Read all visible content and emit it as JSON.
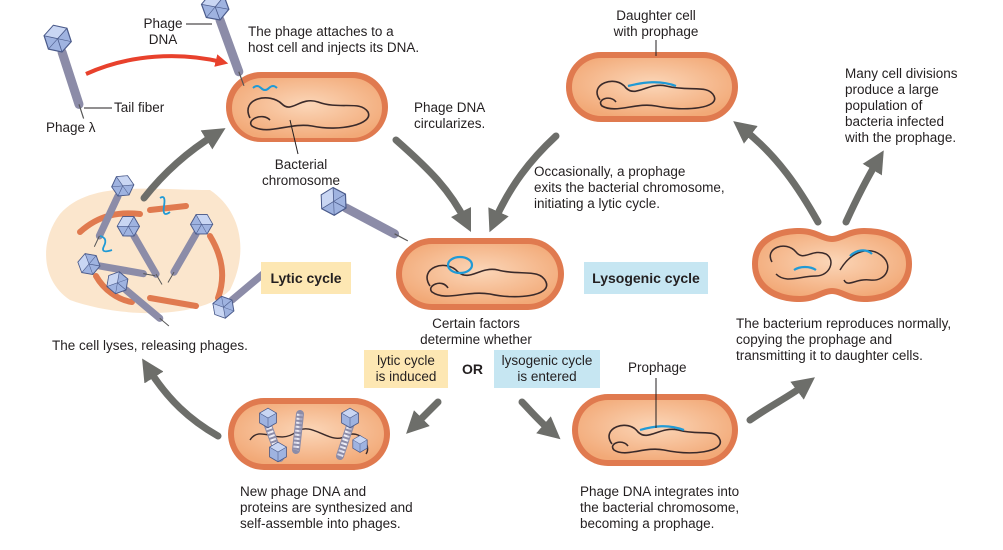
{
  "colors": {
    "cell_fill": "#f4b183",
    "cell_wall": "#e07a4f",
    "chromosome": "#3a2a2a",
    "phage_dna": "#1f9ad6",
    "arrow": "#6d6e6a",
    "red_arrow": "#e8412c",
    "lytic_badge": "#fde7b3",
    "lysogenic_badge": "#c6e6f2",
    "lysis_bg": "#fbe3c8"
  },
  "labels": {
    "phage_dna": "Phage\nDNA",
    "tail_fiber": "Tail fiber",
    "phage_lambda": "Phage λ",
    "attach": "The phage attaches to a\nhost cell and injects its DNA.",
    "bacterial_chromosome": "Bacterial\nchromosome",
    "circularizes": "Phage DNA\ncircularizes.",
    "daughter_cell": "Daughter cell\nwith prophage",
    "exit_prophage": "Occasionally, a prophage\nexits the bacterial chromosome,\ninitiating a lytic cycle.",
    "many_divisions": "Many cell divisions\nproduce a large\npopulation of\nbacteria infected\nwith the prophage.",
    "lytic_cycle": "Lytic cycle",
    "lysogenic_cycle": "Lysogenic cycle",
    "cell_lyses": "The cell lyses, releasing phages.",
    "certain_factors": "Certain factors\ndetermine whether",
    "reproduces": "The bacterium reproduces normally,\ncopying the prophage and\ntransmitting it to daughter cells.",
    "lytic_induced": "lytic cycle\nis induced",
    "or": "OR",
    "lysogenic_entered": "lysogenic cycle\nis entered",
    "prophage": "Prophage",
    "new_phage_dna": "New phage DNA and\nproteins are synthesized and\nself-assemble into phages.",
    "integrates": "Phage DNA integrates into\nthe bacterial chromosome,\nbecoming a prophage."
  }
}
